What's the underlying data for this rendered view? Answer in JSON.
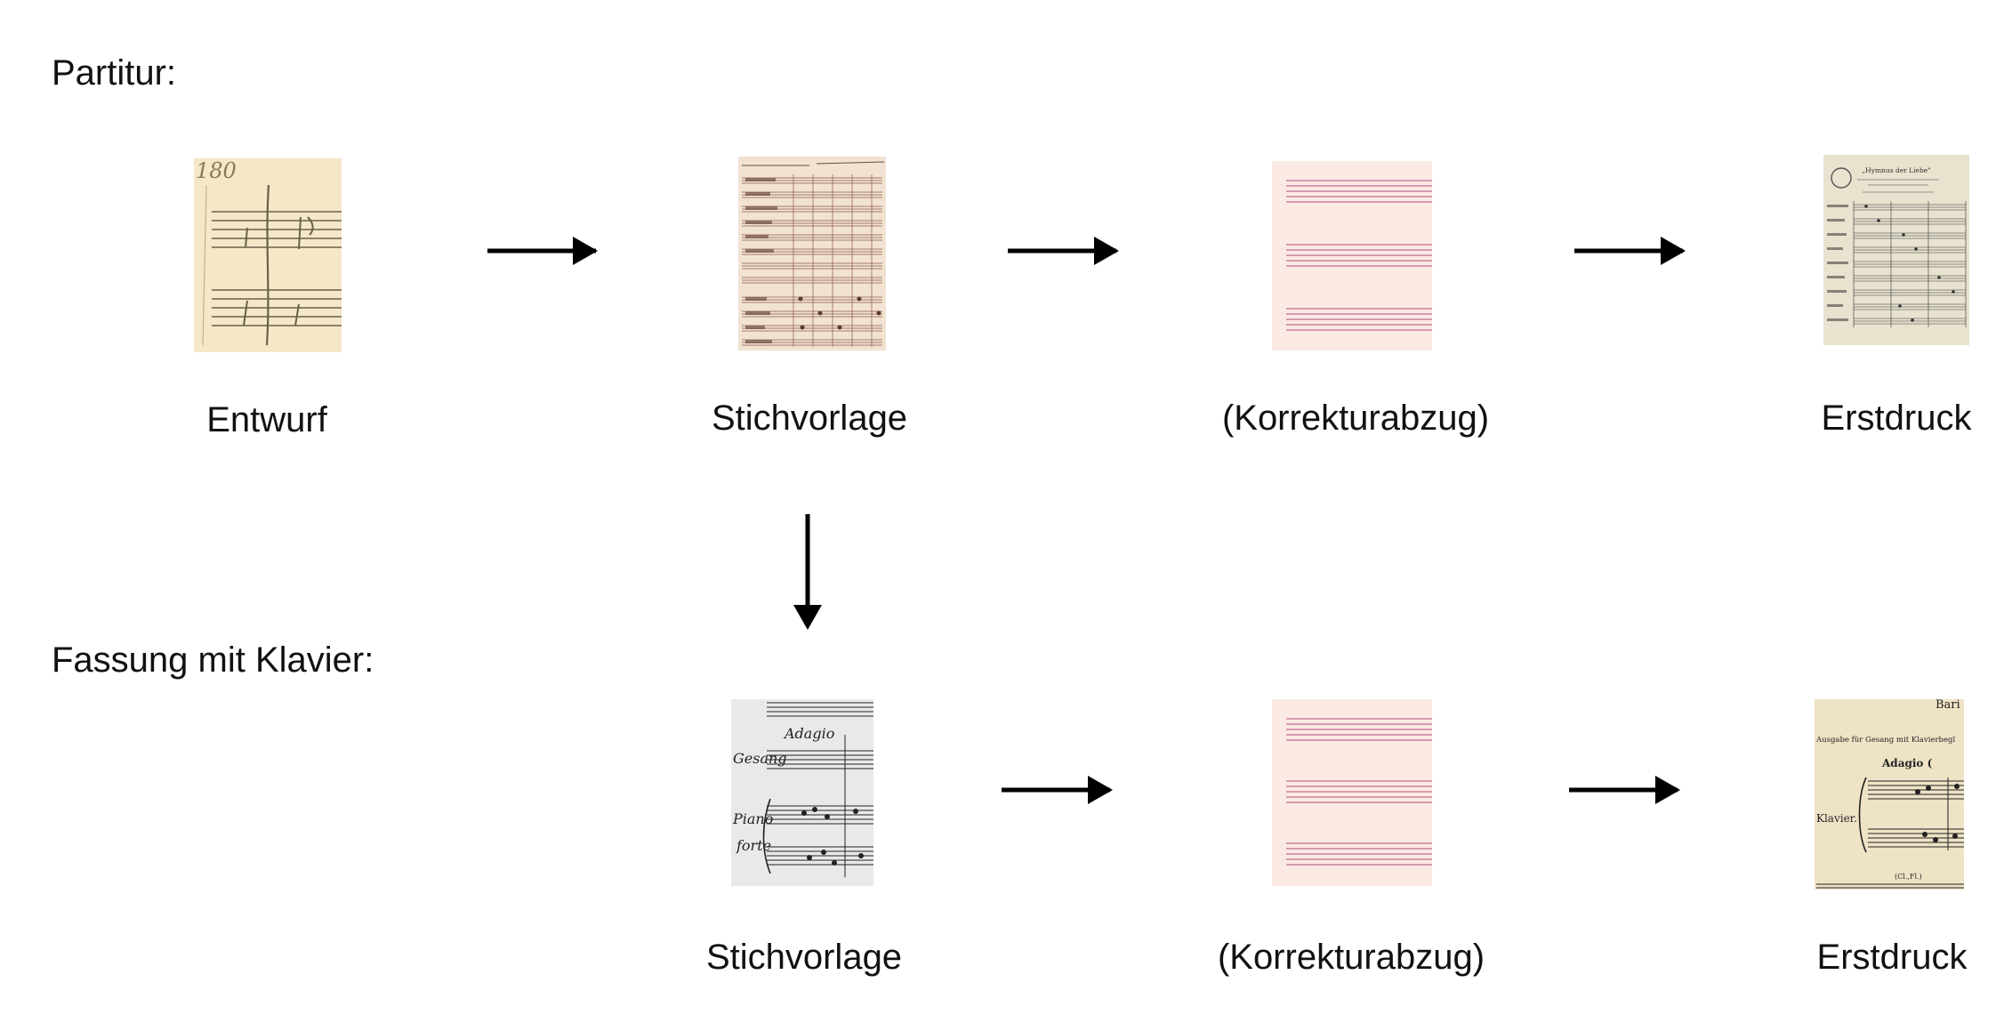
{
  "rows": {
    "partitur": {
      "label": "Partitur:"
    },
    "klavier": {
      "label": "Fassung mit Klavier:"
    }
  },
  "nodes": {
    "partitur_entwurf": {
      "label": "Entwurf"
    },
    "partitur_stichvorlage": {
      "label": "Stichvorlage"
    },
    "partitur_korrekturabzug": {
      "label": "(Korrekturabzug)"
    },
    "partitur_erstdruck": {
      "label": "Erstdruck"
    },
    "klavier_stichvorlage": {
      "label": "Stichvorlage"
    },
    "klavier_korrekturabzug": {
      "label": "(Korrekturabzug)"
    },
    "klavier_erstdruck": {
      "label": "Erstdruck"
    }
  },
  "edges": [
    {
      "from": "partitur_entwurf",
      "to": "partitur_stichvorlage"
    },
    {
      "from": "partitur_stichvorlage",
      "to": "partitur_korrekturabzug"
    },
    {
      "from": "partitur_korrekturabzug",
      "to": "partitur_erstdruck"
    },
    {
      "from": "partitur_stichvorlage",
      "to": "klavier_stichvorlage"
    },
    {
      "from": "klavier_stichvorlage",
      "to": "klavier_korrekturabzug"
    },
    {
      "from": "klavier_korrekturabzug",
      "to": "klavier_erstdruck"
    }
  ],
  "colors": {
    "arrow": "#000000",
    "parchment": "#f4e8c8",
    "proof_paper": "#fbeae3",
    "proof_staff": "#d79bb0",
    "manuscript_grey": "#e9e9e9"
  },
  "manuscript_texts": {
    "entwurf_corner": "180",
    "erstdruck_title": "„Hymnus der Liebe\"",
    "klavier_tempo": "Adagio",
    "klavier_gesang": "Gesang",
    "klavier_piano": "Piano",
    "klavier_forte": "forte",
    "druck_bari": "Bari",
    "druck_ausgabe": "Ausgabe für Gesang mit Klavierbegl",
    "druck_adagio": "Adagio (",
    "druck_klavier": "Klavier.",
    "druck_clfl": "(Cl.,Fl.)"
  }
}
